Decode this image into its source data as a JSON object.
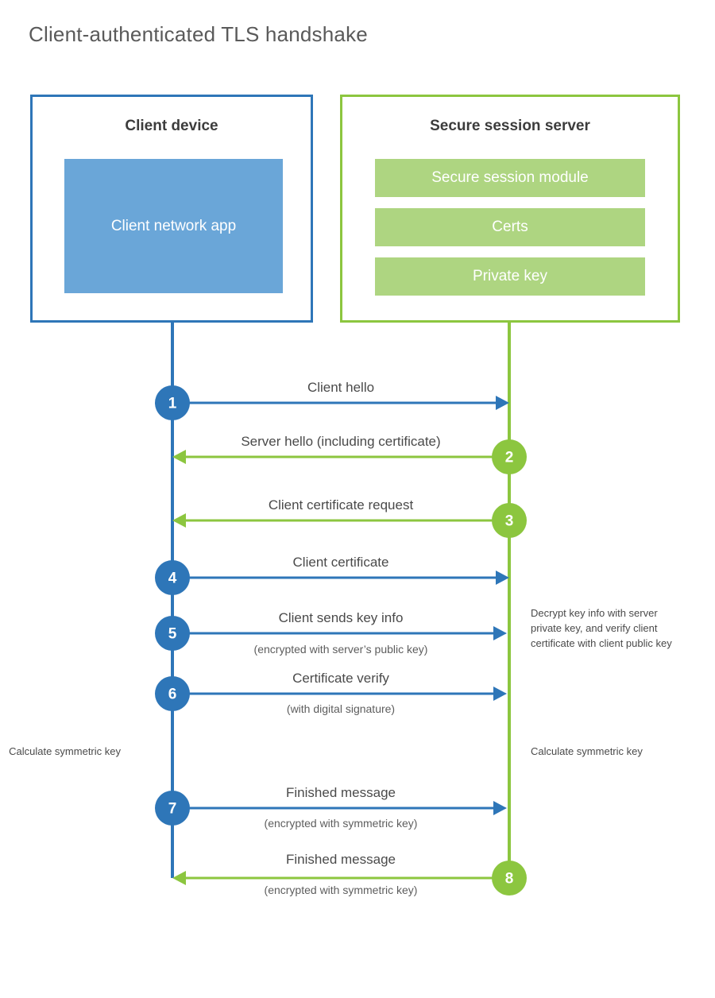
{
  "title": "Client-authenticated TLS handshake",
  "colors": {
    "client_blue": "#2e76b8",
    "client_app_fill": "#6aa6d8",
    "server_green": "#8cc63f",
    "server_module_fill": "#aed581",
    "title_text": "#5a5a5a",
    "body_text": "#4a4a4a",
    "background": "#ffffff"
  },
  "participants": {
    "client": {
      "title": "Client device",
      "app_label": "Client network app"
    },
    "server": {
      "title": "Secure session server",
      "modules": [
        "Secure session module",
        "Certs",
        "Private key"
      ]
    }
  },
  "steps": [
    {
      "number": "1",
      "label": "Client hello",
      "sublabel": "",
      "direction": "client-to-server",
      "origin": "client"
    },
    {
      "number": "2",
      "label": "Server hello (including certificate)",
      "sublabel": "",
      "direction": "server-to-client",
      "origin": "server"
    },
    {
      "number": "3",
      "label": "Client certificate request",
      "sublabel": "",
      "direction": "server-to-client",
      "origin": "server"
    },
    {
      "number": "4",
      "label": "Client certificate",
      "sublabel": "",
      "direction": "client-to-server",
      "origin": "client"
    },
    {
      "number": "5",
      "label": "Client sends key info",
      "sublabel": "(encrypted with server’s public key)",
      "direction": "client-to-server",
      "origin": "client"
    },
    {
      "number": "6",
      "label": "Certificate verify",
      "sublabel": "(with digital signature)",
      "direction": "client-to-server",
      "origin": "client"
    },
    {
      "number": "7",
      "label": "Finished message",
      "sublabel": "(encrypted with symmetric key)",
      "direction": "client-to-server",
      "origin": "client"
    },
    {
      "number": "8",
      "label": "Finished message",
      "sublabel": "(encrypted with symmetric key)",
      "direction": "server-to-client",
      "origin": "server"
    }
  ],
  "notes": {
    "server_decrypt": "Decrypt key info with server private key, and verify client certificate with client public key",
    "client_calculate": "Calculate symmetric key",
    "server_calculate": "Calculate symmetric key"
  }
}
